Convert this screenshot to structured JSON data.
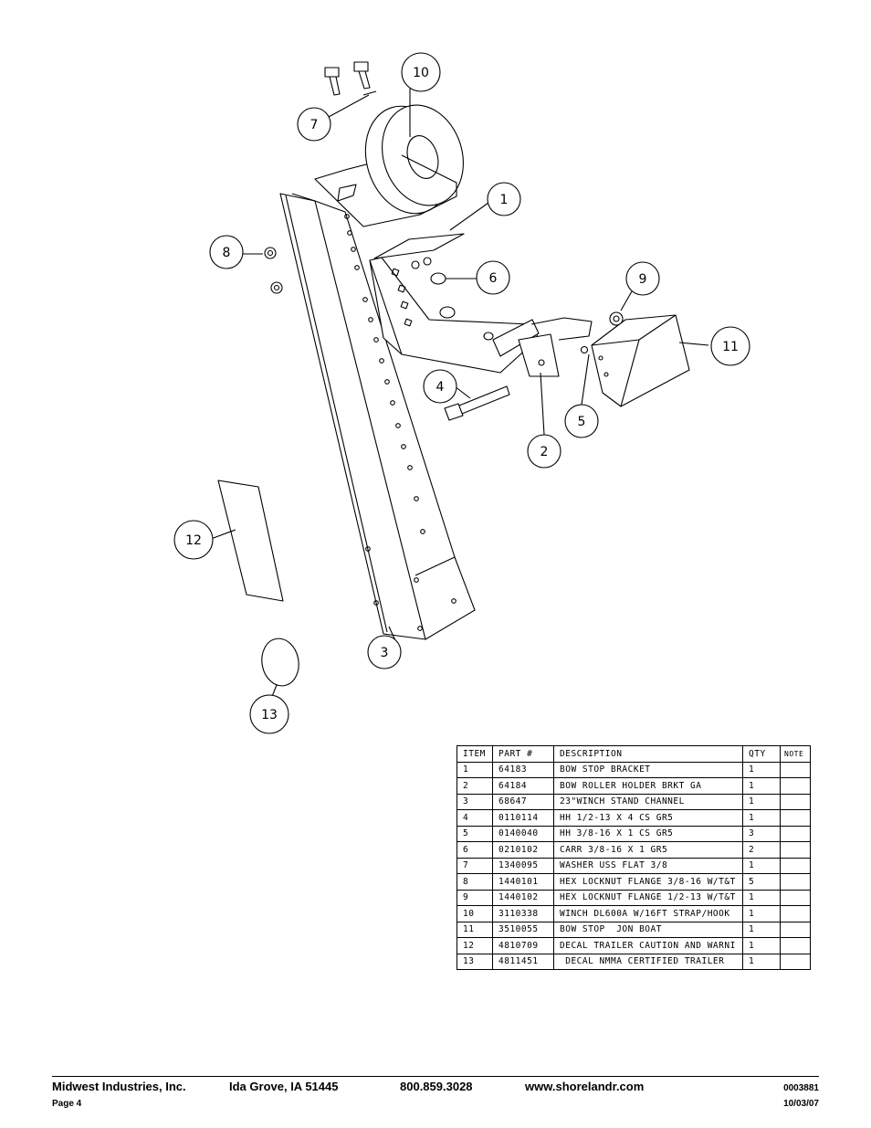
{
  "callouts": [
    "1",
    "2",
    "3",
    "4",
    "5",
    "6",
    "7",
    "8",
    "9",
    "10",
    "11",
    "12",
    "13"
  ],
  "table": {
    "headers": [
      "ITEM",
      "PART #",
      "DESCRIPTION",
      "QTY",
      "NOTE"
    ],
    "rows": [
      [
        "1",
        "64183",
        "BOW STOP BRACKET",
        "1",
        ""
      ],
      [
        "2",
        "64184",
        "BOW ROLLER HOLDER BRKT GA",
        "1",
        ""
      ],
      [
        "3",
        "68647",
        "23\"WINCH STAND CHANNEL",
        "1",
        ""
      ],
      [
        "4",
        "0110114",
        "HH 1/2-13 X 4 CS GR5",
        "1",
        ""
      ],
      [
        "5",
        "0140040",
        "HH 3/8-16 X 1 CS GR5",
        "3",
        ""
      ],
      [
        "6",
        "0210102",
        "CARR 3/8-16 X 1 GR5",
        "2",
        ""
      ],
      [
        "7",
        "1340095",
        "WASHER USS FLAT 3/8",
        "1",
        ""
      ],
      [
        "8",
        "1440101",
        "HEX LOCKNUT FLANGE 3/8-16 W/T&T",
        "5",
        ""
      ],
      [
        "9",
        "1440102",
        "HEX LOCKNUT FLANGE 1/2-13 W/T&T",
        "1",
        ""
      ],
      [
        "10",
        "3110338",
        "WINCH DL600A W/16FT STRAP/HOOK",
        "1",
        ""
      ],
      [
        "11",
        "3510055",
        "BOW STOP  JON BOAT",
        "1",
        ""
      ],
      [
        "12",
        "4810709",
        "DECAL TRAILER CAUTION AND WARNI",
        "1",
        ""
      ],
      [
        "13",
        "4811451",
        " DECAL NMMA CERTIFIED TRAILER",
        "1",
        ""
      ]
    ]
  },
  "footer": {
    "company": "Midwest Industries, Inc.",
    "city": "Ida Grove, IA  51445",
    "phone": "800.859.3028",
    "website": "www.shorelandr.com",
    "doc_number": "0003881",
    "page": "Page 4",
    "date": "10/03/07"
  }
}
